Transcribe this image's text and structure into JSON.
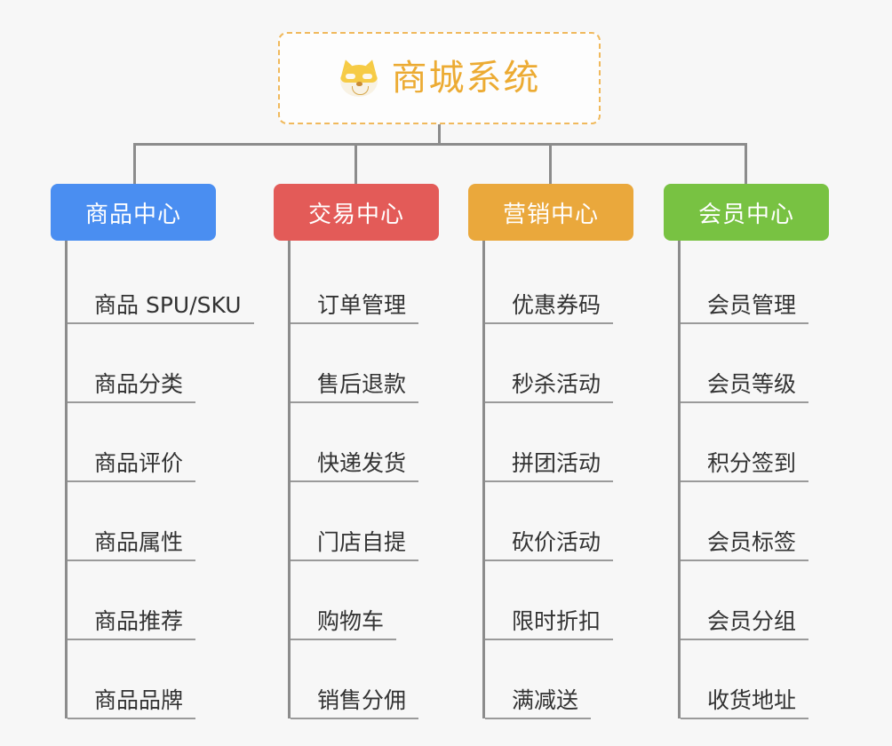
{
  "root": {
    "title": "商城系统",
    "icon": "dog-face-icon",
    "text_color": "#ecab33",
    "border_color": "#f0b95c"
  },
  "colors": {
    "background": "#f7f7f7",
    "connector": "#8c8c8c",
    "leaf_text": "#333333",
    "leaf_underline": "#9a9a9a"
  },
  "columns": [
    {
      "label": "商品中心",
      "color": "#4a8ef1",
      "items": [
        "商品 SPU/SKU",
        "商品分类",
        "商品评价",
        "商品属性",
        "商品推荐",
        "商品品牌"
      ]
    },
    {
      "label": "交易中心",
      "color": "#e35b58",
      "items": [
        "订单管理",
        "售后退款",
        "快递发货",
        "门店自提",
        "购物车",
        "销售分佣"
      ]
    },
    {
      "label": "营销中心",
      "color": "#eaa83c",
      "items": [
        "优惠券码",
        "秒杀活动",
        "拼团活动",
        "砍价活动",
        "限时折扣",
        "满减送"
      ]
    },
    {
      "label": "会员中心",
      "color": "#78c242",
      "items": [
        "会员管理",
        "会员等级",
        "积分签到",
        "会员标签",
        "会员分组",
        "收货地址"
      ]
    }
  ]
}
